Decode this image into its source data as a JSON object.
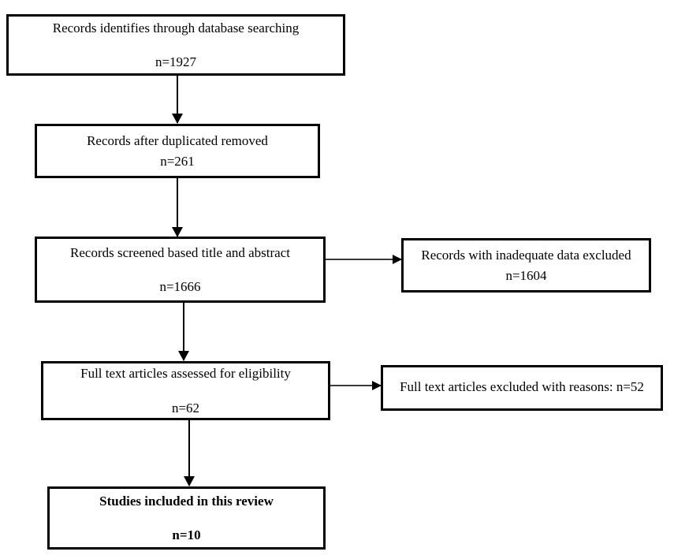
{
  "diagram": {
    "type": "prisma-flow-diagram",
    "colors": {
      "box_border": "#000000",
      "background": "#ffffff",
      "text": "#000000",
      "connector": "#000000"
    },
    "nodes": [
      {
        "id": "records-identified",
        "lines": [
          "Records identifies through database searching",
          "n=1927"
        ],
        "count": 1927,
        "bold": false
      },
      {
        "id": "records-after-duplicates",
        "lines": [
          "Records after duplicated removed",
          "n=261"
        ],
        "count": 261,
        "bold": false
      },
      {
        "id": "records-screened",
        "lines": [
          "Records screened based title and abstract",
          "n=1666"
        ],
        "count": 1666,
        "bold": false
      },
      {
        "id": "records-excluded",
        "lines": [
          "Records with inadequate data excluded",
          "n=1604"
        ],
        "count": 1604,
        "bold": false
      },
      {
        "id": "full-text-assessed",
        "lines": [
          "Full text articles assessed for eligibility",
          "n=62"
        ],
        "count": 62,
        "bold": false
      },
      {
        "id": "full-text-excluded",
        "lines": [
          "Full text articles excluded with reasons: n=52"
        ],
        "count": 52,
        "bold": false
      },
      {
        "id": "studies-included",
        "lines": [
          "Studies included in this review",
          "n=10"
        ],
        "count": 10,
        "bold": true
      }
    ],
    "edges": [
      {
        "id": "edge-identified-to-duplicates",
        "from": "records-identified",
        "to": "records-after-duplicates",
        "direction": "down"
      },
      {
        "id": "edge-duplicates-to-screened",
        "from": "records-after-duplicates",
        "to": "records-screened",
        "direction": "down"
      },
      {
        "id": "edge-screened-to-excluded",
        "from": "records-screened",
        "to": "records-excluded",
        "direction": "right"
      },
      {
        "id": "edge-screened-to-fulltext",
        "from": "records-screened",
        "to": "full-text-assessed",
        "direction": "down"
      },
      {
        "id": "edge-fulltext-to-excluded",
        "from": "full-text-assessed",
        "to": "full-text-excluded",
        "direction": "right"
      },
      {
        "id": "edge-fulltext-to-included",
        "from": "full-text-assessed",
        "to": "studies-included",
        "direction": "down"
      }
    ]
  }
}
